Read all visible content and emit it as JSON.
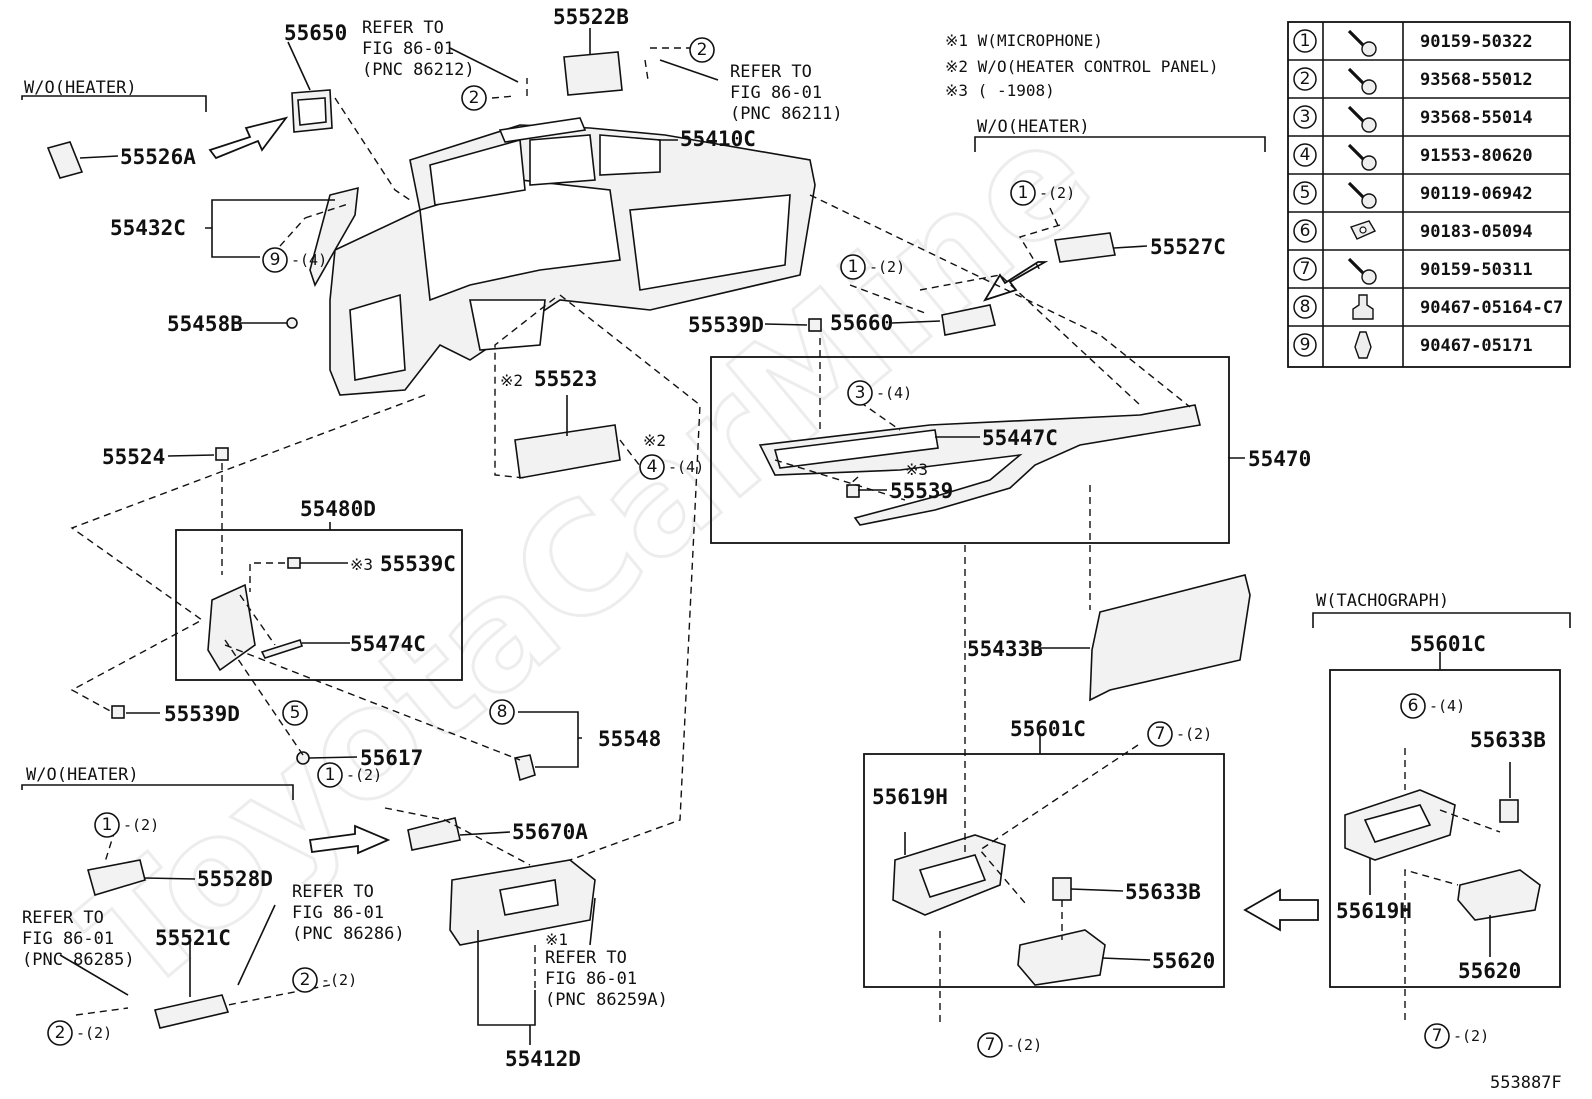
{
  "drawing_id": "553887F",
  "watermark": "ToyotaCarMine",
  "notes": [
    "※1 W(MICROPHONE)",
    "※2 W/O(HEATER CONTROL PANEL)",
    "※3 (      -1908)"
  ],
  "fastener_table": [
    {
      "num": "1",
      "part": "90159-50322",
      "icon": "bolt-washer-icon"
    },
    {
      "num": "2",
      "part": "93568-55012",
      "icon": "screw-icon"
    },
    {
      "num": "3",
      "part": "93568-55014",
      "icon": "screw-icon"
    },
    {
      "num": "4",
      "part": "91553-80620",
      "icon": "bolt-icon"
    },
    {
      "num": "5",
      "part": "90119-06942",
      "icon": "bolt-nut-icon"
    },
    {
      "num": "6",
      "part": "90183-05094",
      "icon": "clip-nut-icon"
    },
    {
      "num": "7",
      "part": "90159-50311",
      "icon": "bolt-washer-icon"
    },
    {
      "num": "8",
      "part": "90467-05164-C7",
      "icon": "push-clip-icon"
    },
    {
      "num": "9",
      "part": "90467-05171",
      "icon": "clip-icon"
    }
  ],
  "sections": {
    "woheater_top_left": "W/O(HEATER)",
    "woheater_top_right": "W/O(HEATER)",
    "woheater_bottom_left": "W/O(HEATER)",
    "wtachograph": "W(TACHOGRAPH)"
  },
  "refs": {
    "r86212": [
      "REFER TO",
      "FIG 86-01",
      "(PNC 86212)"
    ],
    "r86211": [
      "REFER TO",
      "FIG 86-01",
      "(PNC 86211)"
    ],
    "r86286": [
      "REFER TO",
      "FIG 86-01",
      "(PNC 86286)"
    ],
    "r86285": [
      "REFER TO",
      "FIG 86-01",
      "(PNC 86285)"
    ],
    "r86259a": [
      "REFER TO",
      "FIG 86-01",
      "(PNC 86259A)"
    ]
  },
  "marks": {
    "m1": "※1",
    "m2a": "※2",
    "m2b": "※2",
    "m3a": "※3",
    "m3b": "※3"
  },
  "callouts": {
    "c1a": {
      "num": "1",
      "qty": "-(2)"
    },
    "c1b": {
      "num": "1",
      "qty": "-(2)"
    },
    "c1c": {
      "num": "1",
      "qty": "-(2)"
    },
    "c1d": {
      "num": "1",
      "qty": "-(2)"
    },
    "c2a": {
      "num": "2",
      "qty": ""
    },
    "c2b": {
      "num": "2",
      "qty": ""
    },
    "c2c": {
      "num": "2",
      "qty": "-(2)"
    },
    "c2d": {
      "num": "2",
      "qty": "-(2)"
    },
    "c3": {
      "num": "3",
      "qty": "-(4)"
    },
    "c4": {
      "num": "4",
      "qty": "-(4)"
    },
    "c5": {
      "num": "5",
      "qty": ""
    },
    "c6": {
      "num": "6",
      "qty": "-(4)"
    },
    "c7a": {
      "num": "7",
      "qty": "-(2)"
    },
    "c7b": {
      "num": "7",
      "qty": "-(2)"
    },
    "c7c": {
      "num": "7",
      "qty": "-(2)"
    },
    "c8": {
      "num": "8",
      "qty": ""
    },
    "c9": {
      "num": "9",
      "qty": "-(4)"
    }
  },
  "parts": {
    "p55650": "55650",
    "p55522B": "55522B",
    "p55526A": "55526A",
    "p55410C": "55410C",
    "p55432C": "55432C",
    "p55458B": "55458B",
    "p55527C": "55527C",
    "p55660": "55660",
    "p55539D_top": "55539D",
    "p55523": "55523",
    "p55447C": "55447C",
    "p55470": "55470",
    "p55539": "55539",
    "p55524": "55524",
    "p55480D": "55480D",
    "p55539C": "55539C",
    "p55474C": "55474C",
    "p55539D_bot": "55539D",
    "p55548": "55548",
    "p55617": "55617",
    "p55433B": "55433B",
    "p55601C_mid": "55601C",
    "p55601C_right": "55601C",
    "p55619H_mid": "55619H",
    "p55619H_right": "55619H",
    "p55633B_mid": "55633B",
    "p55633B_right": "55633B",
    "p55620_mid": "55620",
    "p55620_right": "55620",
    "p55670A": "55670A",
    "p55528D": "55528D",
    "p55521C": "55521C",
    "p55412D": "55412D"
  }
}
